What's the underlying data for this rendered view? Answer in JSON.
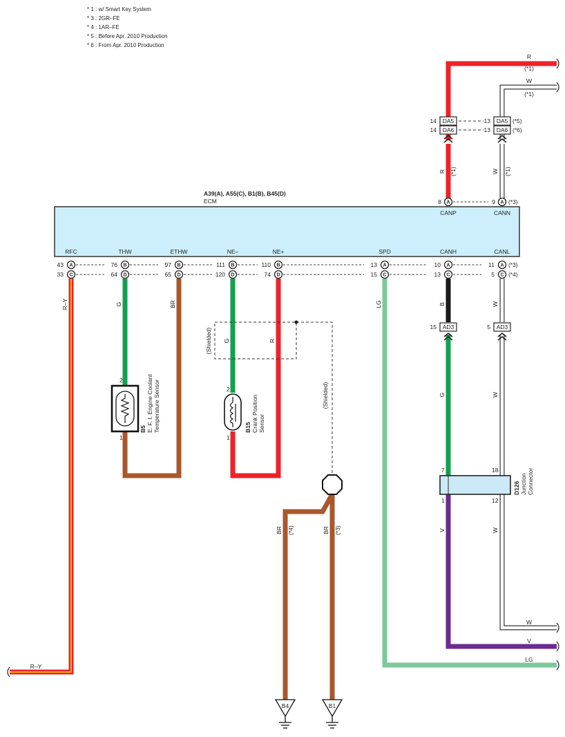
{
  "notes": [
    "* 1 : w/ Smart Key System",
    "* 3 : 2GR–FE",
    "* 4 : 1AR–FE",
    "* 5 : Before Apr.  2010 Production",
    "* 6 : From Apr.  2010 Production"
  ],
  "ecm": {
    "connectors": "A39(A), A55(C), B1(B), B45(D)",
    "name": "ECM",
    "top_pins": [
      {
        "label": "CANP",
        "pin": "8",
        "letter": "A",
        "note": ""
      },
      {
        "label": "CANN",
        "pin": "9",
        "letter": "A",
        "note": "(*3)"
      }
    ],
    "bottom_pins": [
      {
        "label": "RFC",
        "row1": {
          "pin": "43",
          "letter": "A"
        },
        "row2": {
          "pin": "33",
          "letter": "C"
        },
        "note1": "",
        "note2": ""
      },
      {
        "label": "THW",
        "row1": {
          "pin": "76",
          "letter": "B"
        },
        "row2": {
          "pin": "64",
          "letter": "D"
        },
        "note1": "",
        "note2": ""
      },
      {
        "label": "ETHW",
        "row1": {
          "pin": "97",
          "letter": "B"
        },
        "row2": {
          "pin": "65",
          "letter": "D"
        },
        "note1": "",
        "note2": ""
      },
      {
        "label": "NE–",
        "row1": {
          "pin": "111",
          "letter": "B"
        },
        "row2": {
          "pin": "120",
          "letter": "D"
        },
        "note1": "",
        "note2": ""
      },
      {
        "label": "NE+",
        "row1": {
          "pin": "110",
          "letter": "B"
        },
        "row2": {
          "pin": "74",
          "letter": "D"
        },
        "note1": "",
        "note2": ""
      },
      {
        "label": "SPD",
        "row1": {
          "pin": "13",
          "letter": "A"
        },
        "row2": {
          "pin": "15",
          "letter": "C"
        },
        "note1": "",
        "note2": ""
      },
      {
        "label": "CANH",
        "row1": {
          "pin": "10",
          "letter": "A"
        },
        "row2": {
          "pin": "13",
          "letter": "C"
        },
        "note1": "",
        "note2": ""
      },
      {
        "label": "CANL",
        "row1": {
          "pin": "11",
          "letter": "A"
        },
        "row2": {
          "pin": "5",
          "letter": "C"
        },
        "note1": "(*3)",
        "note2": "(*4)"
      }
    ]
  },
  "da_connectors": {
    "left": [
      {
        "pin": "14",
        "name": "DA5"
      },
      {
        "pin": "14",
        "name": "DA6"
      }
    ],
    "right": [
      {
        "pin": "13",
        "name": "DA5",
        "note": "(*5)"
      },
      {
        "pin": "13",
        "name": "DA6",
        "note": "(*6)"
      }
    ]
  },
  "ad3_connectors": [
    {
      "pin": "15",
      "name": "AD3"
    },
    {
      "pin": "5",
      "name": "AD3"
    }
  ],
  "wires": {
    "r_top": {
      "color": "R",
      "note": "(*1)"
    },
    "w_top": {
      "color": "W",
      "note": "(*1)"
    },
    "r_canp": {
      "color": "R",
      "note": "(*1)"
    },
    "w_cann": {
      "color": "W",
      "note": "(*1)"
    },
    "rfc": "R–Y",
    "thw": "G",
    "ethw": "BR",
    "ne_minus": "G",
    "ne_plus": "R",
    "spd": "LG",
    "canh_upper": "B",
    "canl_upper": "W",
    "canh_mid": "G",
    "canl_mid": "W",
    "canh_lower": "V",
    "canl_lower": "W",
    "br_b4": {
      "color": "BR",
      "note": "(*4)"
    },
    "br_b1": {
      "color": "BR",
      "note": "(*3)"
    },
    "out_w": "W",
    "out_v": "V",
    "out_lg": "LG",
    "out_ry": "R–Y"
  },
  "shielded": "(Shielded)",
  "sensors": {
    "b5": {
      "code": "B5",
      "line1": "E. F. I.  Engine Coolant",
      "line2": "Temperature Sensor",
      "pin_top": "2",
      "pin_bottom": "1"
    },
    "b15": {
      "code": "B15",
      "line1": "Crank Position",
      "line2": "Sensor",
      "pin_top": "2",
      "pin_bottom": "1"
    }
  },
  "junction": {
    "code": "D126",
    "line1": "Junction",
    "line2": "Connector",
    "pins": {
      "tl": "7",
      "tr": "18",
      "bl": "1",
      "br": "12"
    }
  },
  "grounds": [
    {
      "name": "B4"
    },
    {
      "name": "B1"
    }
  ],
  "colors": {
    "red": "#ee2229",
    "white_wire": "#ffffff",
    "green": "#12a050",
    "brown": "#a9572d",
    "light_green": "#7dc89a",
    "violet": "#6b2c91",
    "black": "#1a1a1a",
    "yellow": "#ffe000",
    "ecm_fill": "#cdeefc",
    "junction_fill": "#cce9f7"
  }
}
